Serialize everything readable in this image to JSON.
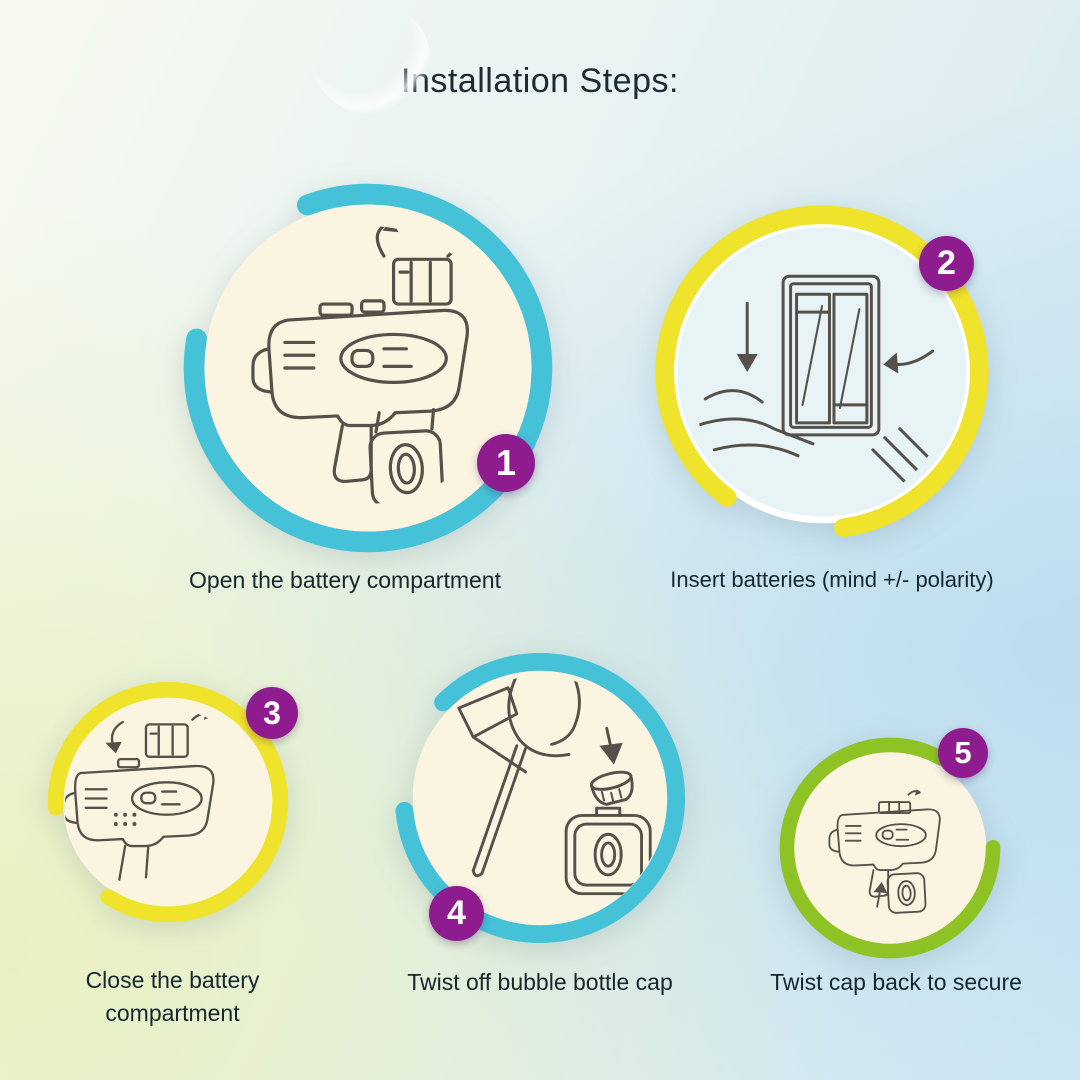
{
  "title": "Installation Steps:",
  "badge_color": "#8e1c8e",
  "badge_text_color": "#ffffff",
  "steps": [
    {
      "number": "1",
      "caption": "Open the battery compartment",
      "icon": "bubble-gun-open-battery-lid-illustration",
      "arc_color": "#45c2d8",
      "fill_color": "#fbf4e1"
    },
    {
      "number": "2",
      "caption": "Insert batteries (mind +/- polarity)",
      "icon": "insert-batteries-illustration",
      "arc_color": "#efe32b",
      "fill_color": "#e7f3f5"
    },
    {
      "number": "3",
      "caption": "Close the battery compartment",
      "icon": "close-battery-lid-illustration",
      "arc_color": "#efe32b",
      "fill_color": "#fbf4e1"
    },
    {
      "number": "4",
      "caption": "Twist off bubble bottle cap",
      "icon": "twist-off-bottle-cap-illustration",
      "arc_color": "#45c2d8",
      "fill_color": "#fbf4e1"
    },
    {
      "number": "5",
      "caption": "Twist cap back to secure",
      "icon": "twist-cap-back-illustration",
      "arc_color": "#8fc325",
      "fill_color": "#fbf4e1"
    }
  ]
}
